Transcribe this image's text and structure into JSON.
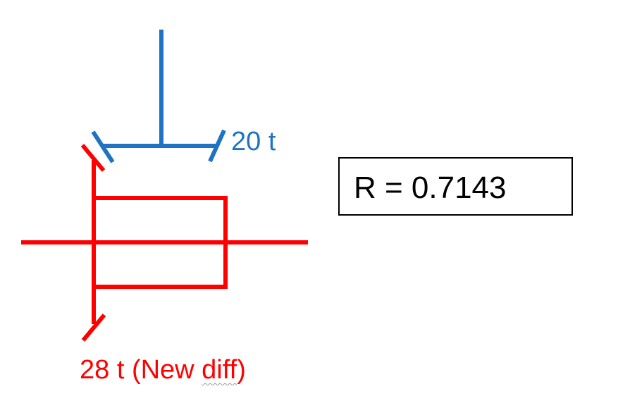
{
  "colors": {
    "blue": "#1f73c3",
    "red": "#ff0000",
    "text": "#000000"
  },
  "blue_gear": {
    "label": "20 t"
  },
  "red_gear": {
    "label_main": "28 t (New ",
    "label_marked": "diff",
    "label_end": ")"
  },
  "ratio": {
    "text": "R = 0.7143"
  }
}
